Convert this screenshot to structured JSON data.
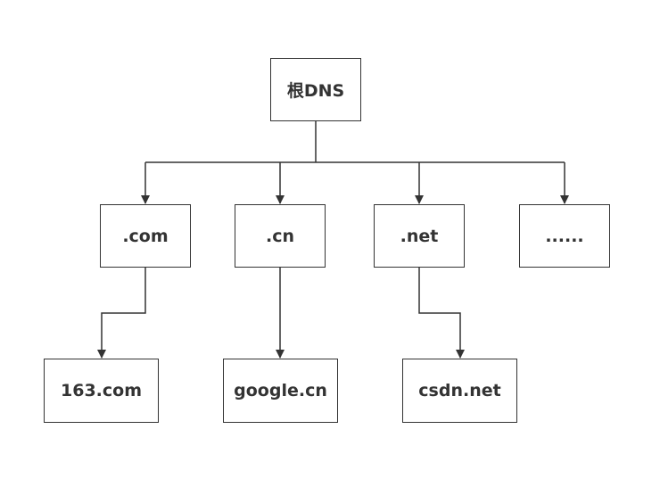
{
  "diagram": {
    "root": "根DNS",
    "tld": {
      "com": ".com",
      "cn": ".cn",
      "net": ".net",
      "more": "......"
    },
    "second_level": {
      "com": "163.com",
      "cn": "google.cn",
      "net": "csdn.net"
    },
    "colors": {
      "stroke": "#333333",
      "text": "#333333",
      "background": "#ffffff"
    }
  }
}
